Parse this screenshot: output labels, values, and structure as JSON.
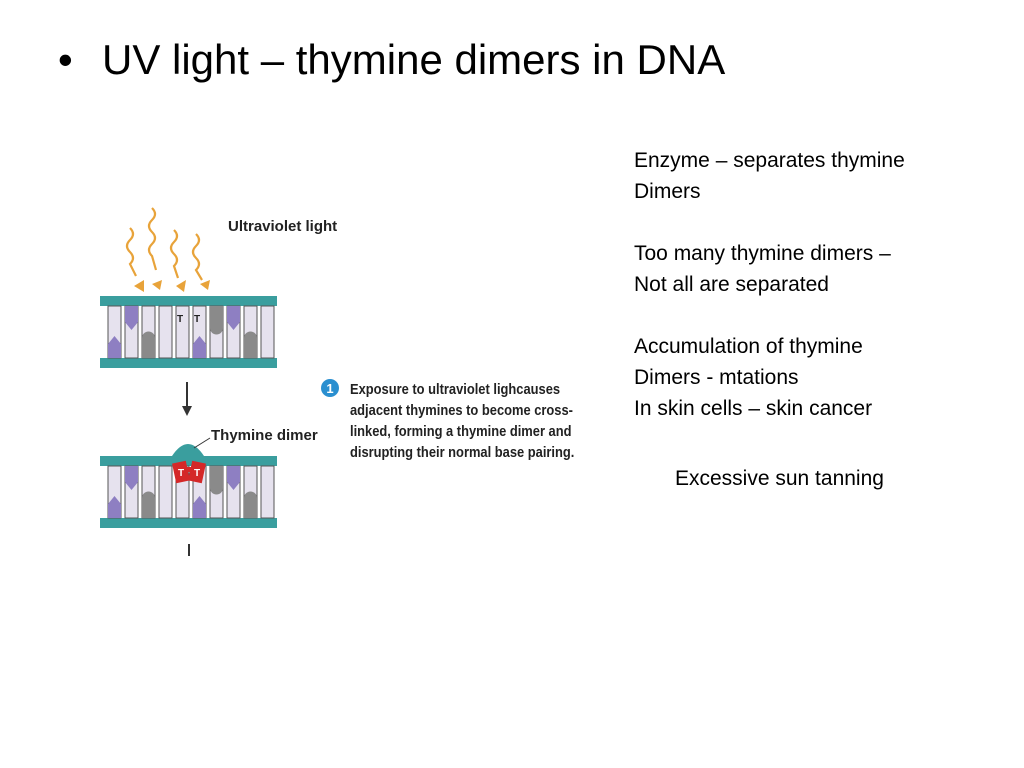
{
  "slide": {
    "bullet": "•",
    "title": "UV light – thymine dimers in DNA"
  },
  "figure": {
    "uv_label": "Ultraviolet light",
    "base_label_1": "T",
    "base_label_2": "T",
    "dimer_label": "Thymine dimer",
    "dimer_base_1": "T",
    "dimer_base_2": "T",
    "step_number": "1",
    "step_lines": [
      "Exposure to ultraviolet lighcauses",
      "adjacent thymines to become cross-",
      "linked, forming a thymine dimer and",
      "disrupting their normal base pairing."
    ],
    "colors": {
      "backbone": "#3a9e9e",
      "base_light": "#e6e2ee",
      "base_purple": "#8e7fc2",
      "base_gray": "#8a8a8a",
      "dimer_red": "#d42828",
      "uv_arrow": "#e8a33a",
      "step_circle": "#2a8fd0"
    }
  },
  "notes": {
    "block1": [
      "Enzyme – separates thymine",
      "Dimers"
    ],
    "block2": [
      "Too many thymine dimers –",
      "Not all are separated"
    ],
    "block3": [
      "Accumulation of thymine",
      "Dimers - mtations",
      "In skin cells – skin cancer"
    ],
    "tanning": "Excessive sun tanning"
  }
}
